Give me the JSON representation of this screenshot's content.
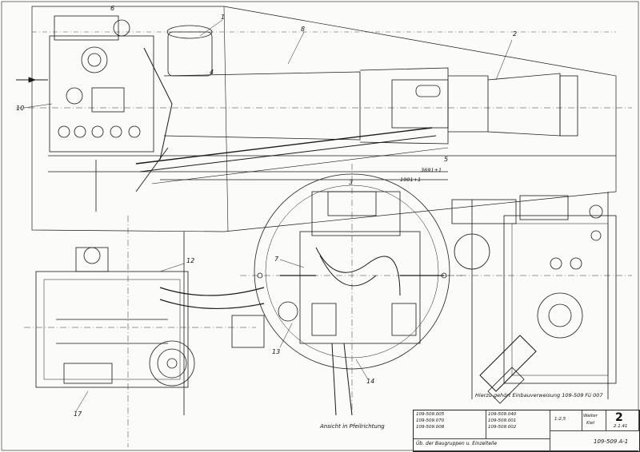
{
  "callouts": {
    "n1": "1",
    "n2": "2",
    "n3": "3",
    "n4": "4",
    "n5": "5",
    "n6": "6",
    "n7": "7",
    "n8": "8",
    "n10": "10",
    "n12": "12",
    "n13": "13",
    "n14": "14",
    "n17": "17"
  },
  "captions": {
    "view_direction": "Ansicht in Pfeilrichtung",
    "note_right": "Hierzu gehört Einbauverweisung 109-509 Fü 007",
    "dim_a": "3691+1",
    "dim_b": "1901+1"
  },
  "title_block": {
    "company": "Walter",
    "city": "Kiel",
    "drawing_no": "109-509 A-1",
    "sheet_mark": "2",
    "date": "2.1.41",
    "scale": "1:2,5",
    "group_title": "Üb. der Baugruppen u. Einzelteile",
    "rows": [
      "109-509.005",
      "109-509.070",
      "109-509.008",
      "109-509.040",
      "109-509.001",
      "109-509.002"
    ]
  }
}
